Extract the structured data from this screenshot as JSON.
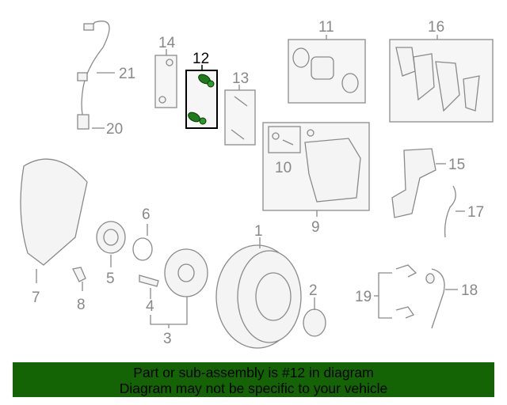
{
  "diagram": {
    "callouts": {
      "c1": "1",
      "c2": "2",
      "c3": "3",
      "c4": "4",
      "c5": "5",
      "c6": "6",
      "c7": "7",
      "c8": "8",
      "c9": "9",
      "c10": "10",
      "c11": "11",
      "c12": "12",
      "c13": "13",
      "c14": "14",
      "c15": "15",
      "c16": "16",
      "c17": "17",
      "c18": "18",
      "c19": "19",
      "c20": "20",
      "c21": "21"
    },
    "highlighted_part": "12",
    "highlight_color": "#1f7a1a"
  },
  "banner": {
    "line1": "Part or sub-assembly is #12 in diagram",
    "line2": "Diagram may not be specific to your vehicle",
    "background": "#146405"
  }
}
